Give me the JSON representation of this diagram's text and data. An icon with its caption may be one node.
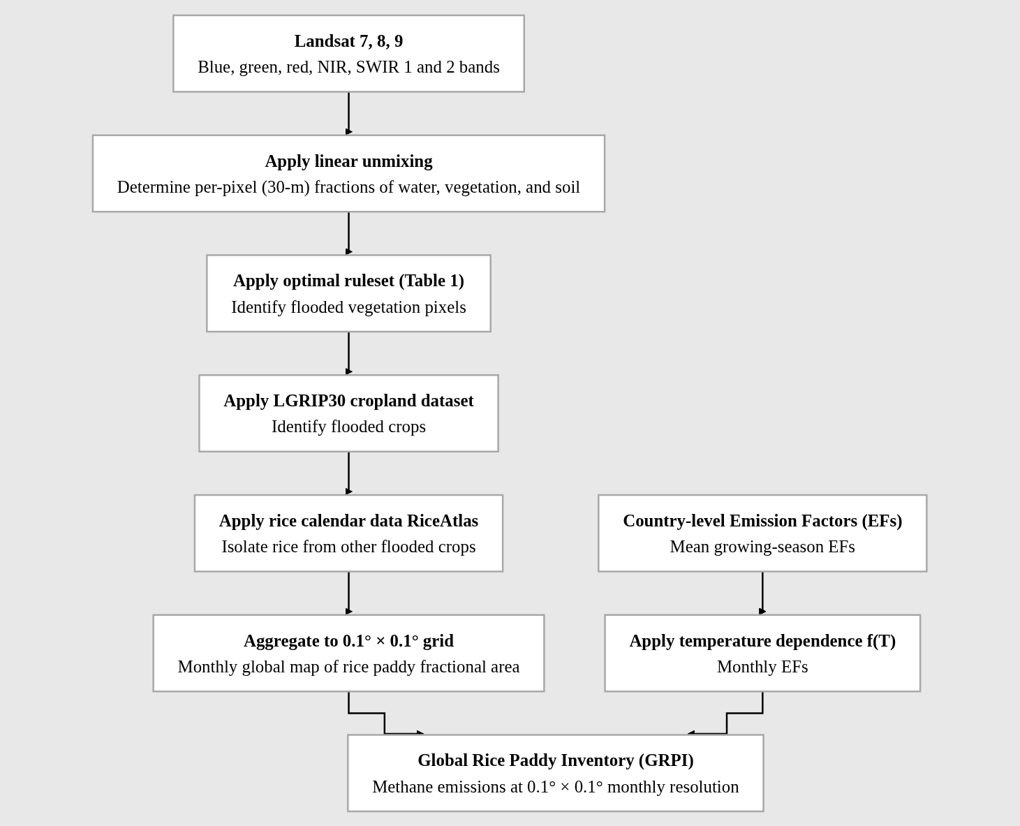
{
  "diagram": {
    "nodes": [
      {
        "text": [
          "Landsat 7, 8, 9",
          "Blue, green, red, NIR, SWIR 1 and 2 bands"
        ]
      },
      {
        "text": [
          "Apply linear unmixing",
          "Determine per-pixel (30-m) fractions of water, vegetation, and soil"
        ]
      },
      {
        "text": [
          "Apply optimal ruleset (Table 1)",
          "Identify flooded vegetation pixels"
        ]
      },
      {
        "text": [
          "Apply LGRIP30 cropland dataset",
          "Identify flooded crops"
        ]
      },
      {
        "text": [
          "Apply rice calendar data RiceAtlas",
          "Isolate rice from other flooded crops"
        ]
      },
      {
        "text": [
          "Aggregate to 0.1° × 0.1° grid",
          "Monthly global map of rice paddy fractional area"
        ]
      },
      {
        "text": [
          "Country-level Emission Factors (EFs)",
          "Mean growing-season EFs"
        ]
      },
      {
        "text": [
          "Apply temperature dependence f(T)",
          "Monthly EFs"
        ]
      },
      {
        "text": [
          "Global Rice Paddy Inventory (GRPI)",
          "Methane emissions at 0.1° × 0.1° monthly resolution"
        ]
      }
    ],
    "edges": [
      {
        "from": 0,
        "to": 1,
        "arrow": "to"
      },
      {
        "from": 1,
        "to": 2,
        "arrow": "to"
      },
      {
        "from": 2,
        "to": 3,
        "arrow": "to"
      },
      {
        "from": 3,
        "to": 4,
        "arrow": "to"
      },
      {
        "from": 4,
        "to": 5,
        "arrow": "to"
      },
      {
        "from": 6,
        "to": 7,
        "arrow": "to"
      },
      {
        "from": 5,
        "to": 8,
        "arrow": "to"
      },
      {
        "from": 7,
        "to": 8,
        "arrow": "to"
      }
    ]
  }
}
